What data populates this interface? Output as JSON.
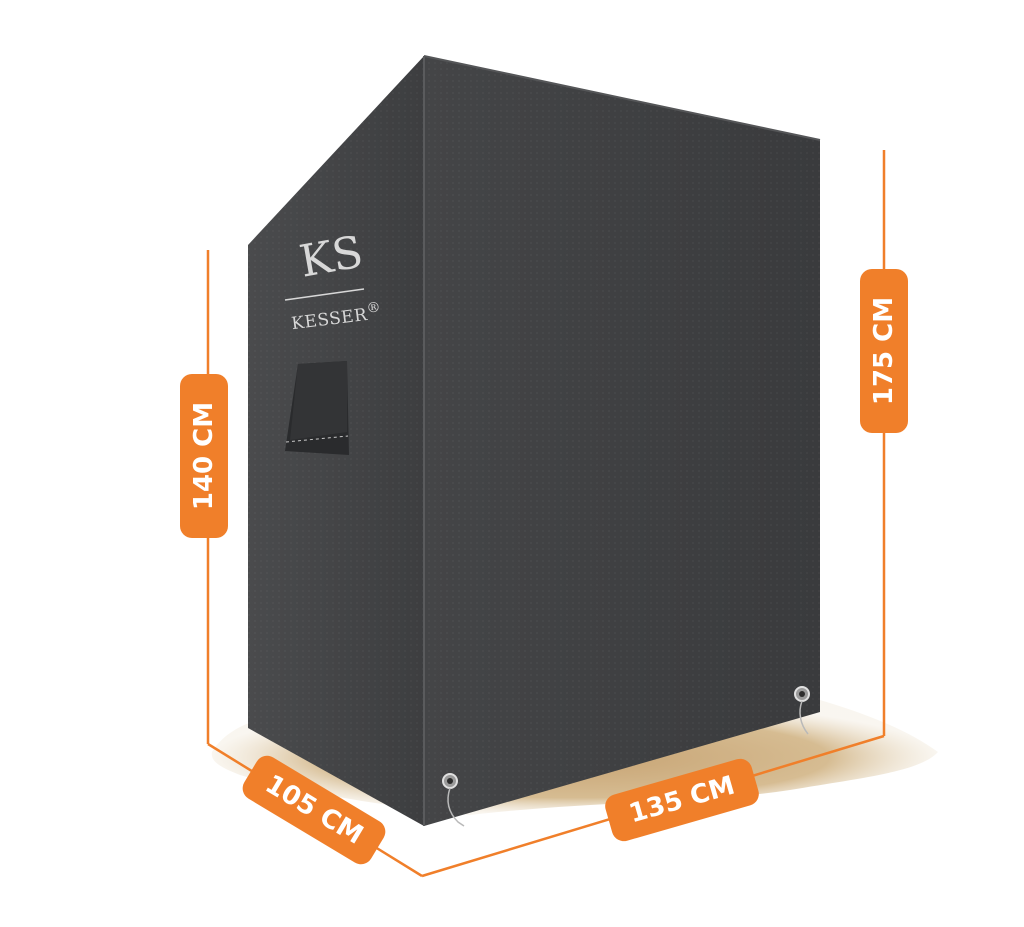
{
  "product": {
    "brand": "KESSER",
    "brand_mark": "®",
    "monogram": "KS",
    "cover_color": "#3c3d3f",
    "sand_color": "#c9a878"
  },
  "dimensions": {
    "accent_color": "#f07f2a",
    "left_height": "140 CM",
    "right_height": "175 CM",
    "depth": "105 CM",
    "width": "135 CM"
  }
}
